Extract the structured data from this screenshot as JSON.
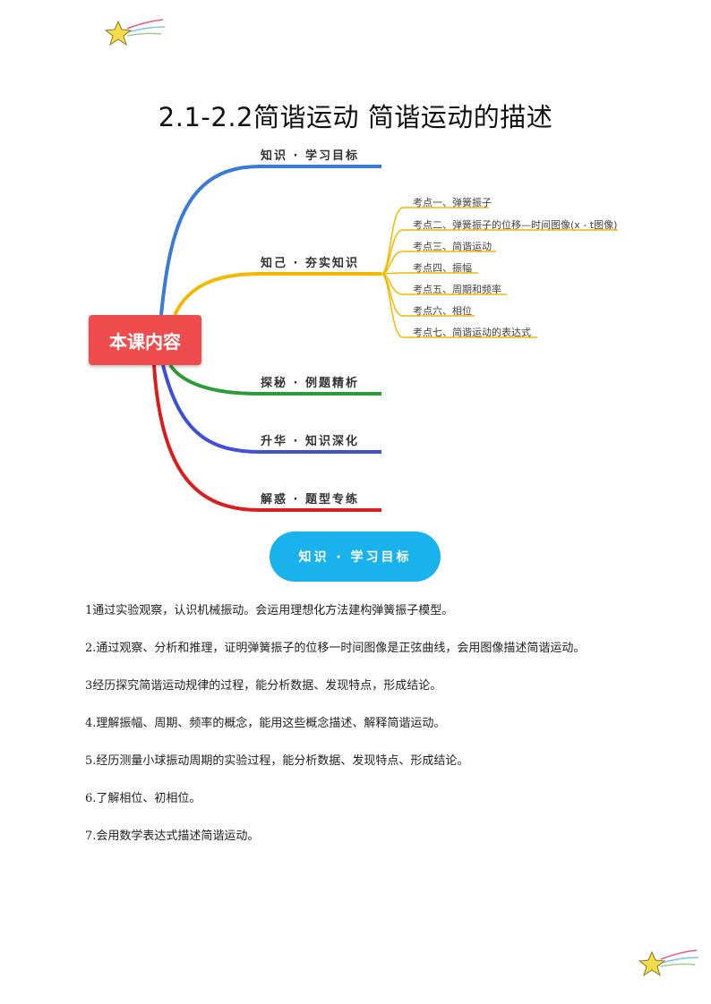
{
  "page": {
    "title": "2.1-2.2简谐运动  简谐运动的描述"
  },
  "mindmap": {
    "center_label": "本课内容",
    "branches": [
      {
        "label": "知识 · 学习目标",
        "color": "#3a7bd5"
      },
      {
        "label": "知己 · 夯实知识",
        "color": "#f5b800"
      },
      {
        "label": "探秘 · 例题精析",
        "color": "#2e9b3a"
      },
      {
        "label": "升华 · 知识深化",
        "color": "#3f4fd8"
      },
      {
        "label": "解惑 · 题型专练",
        "color": "#d81e1e"
      }
    ],
    "sub_items": [
      "考点一、弹簧振子",
      "考点二、弹簧振子的位移—时间图像(x - t图像)",
      "考点三、简谐运动",
      "考点四、振幅",
      "考点五、周期和频率",
      "考点六、相位",
      "考点七、简谐运动的表达式"
    ]
  },
  "section": {
    "pill_label": "知识 · 学习目标"
  },
  "objectives": [
    "1通过实验观察，认识机械振动。会运用理想化方法建构弹簧振子模型。",
    "2.通过观察、分析和推理，证明弹簧振子的位移一时间图像是正弦曲线，会用图像描述简谐运动。",
    "3经历探究简谐运动规律的过程，能分析数据、发现特点，形成结论。",
    "4.理解振幅、周期、频率的概念，能用这些概念描述、解释简谐运动。",
    "5.经历测量小球振动周期的实验过程，能分析数据、发现特点、形成结论。",
    "6.了解相位、初相位。",
    "7.会用数学表达式描述简谐运动。"
  ],
  "colors": {
    "center": "#ef4d4d",
    "pill": "#1ab2ec",
    "star": "#f7dc4a"
  },
  "icons": [
    "star-icon",
    "star-icon"
  ]
}
